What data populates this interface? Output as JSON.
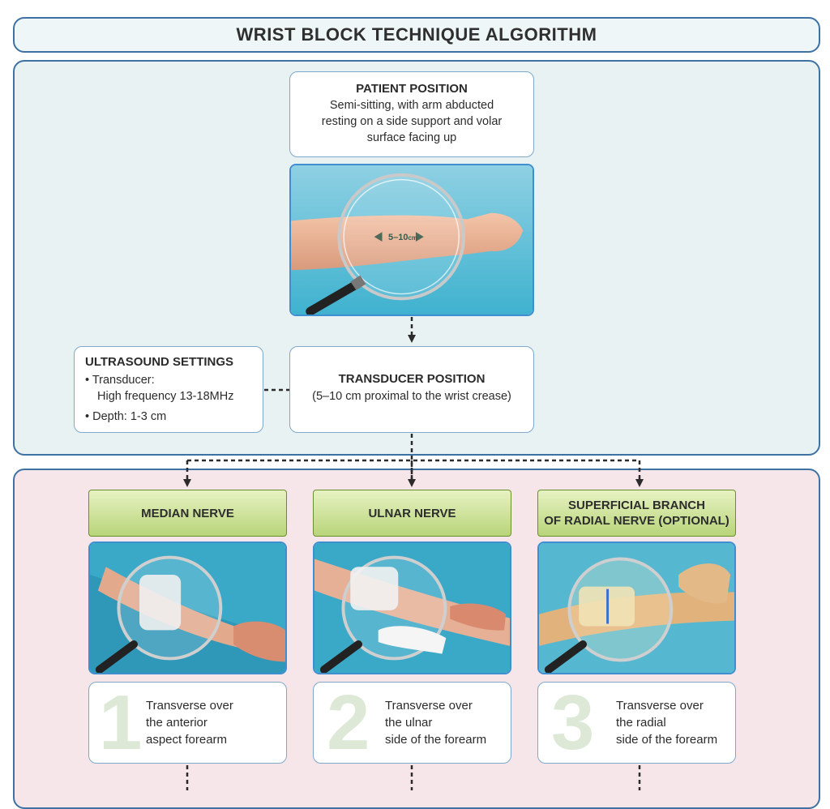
{
  "title": "WRIST BLOCK TECHNIQUE ALGORITHM",
  "patient_position": {
    "title": "PATIENT POSITION",
    "text": "Semi-sitting, with arm abducted resting on a side support and volar surface facing up"
  },
  "forearm_photo": {
    "measure_label": "5–10",
    "measure_unit": "cm"
  },
  "transducer_position": {
    "title": "TRANSDUCER POSITION",
    "text": "(5–10 cm proximal to the wrist crease)"
  },
  "ultrasound_settings": {
    "title": "ULTRASOUND SETTINGS",
    "transducer_label": "• Transducer:",
    "transducer_value": "High frequency 13-18MHz",
    "depth": "• Depth: 1-3 cm"
  },
  "nerves": [
    {
      "header": "MEDIAN NERVE",
      "number": "1",
      "lines": [
        "Transverse over",
        "the anterior",
        "aspect forearm"
      ]
    },
    {
      "header": "ULNAR NERVE",
      "number": "2",
      "lines": [
        "Transverse over",
        "the ulnar",
        "side of the forearm"
      ]
    },
    {
      "header_line1": "SUPERFICIAL BRANCH",
      "header_line2": "OF RADIAL NERVE (OPTIONAL)",
      "number": "3",
      "lines": [
        "Transverse over",
        "the radial",
        "side of the forearm"
      ]
    }
  ],
  "colors": {
    "panel_border": "#3f72a3",
    "top_panel_bg": "#e8f2f2",
    "bottom_panel_bg": "#f6e6e9",
    "header_green": "#b8d57a",
    "photo_border": "#3e8ed0"
  }
}
